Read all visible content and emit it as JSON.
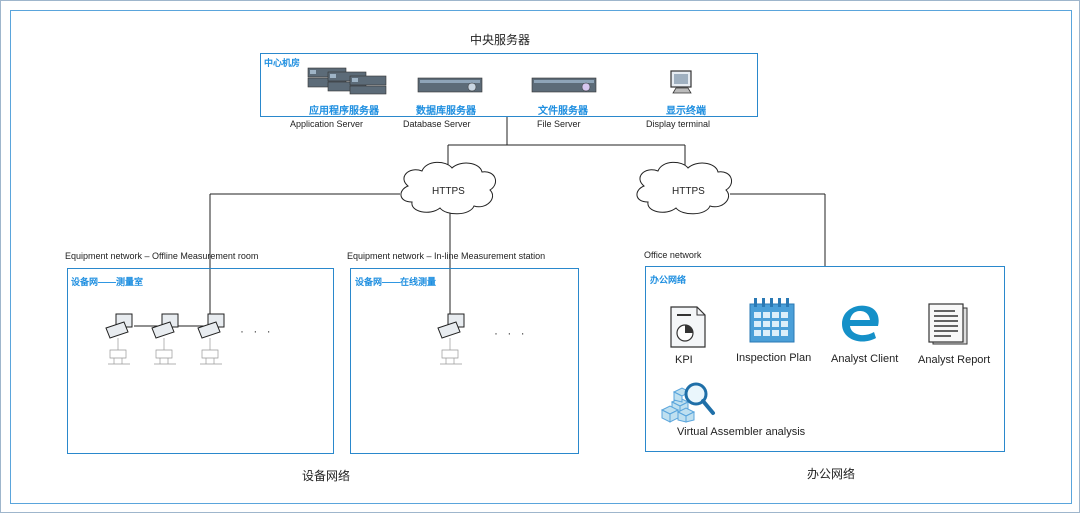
{
  "central": {
    "title": "中央服务器",
    "room_label": "中心机房",
    "servers": [
      {
        "cn": "应用程序服务器",
        "en": "Application Server",
        "icon": "rack-server-icon"
      },
      {
        "cn": "数据库服务器",
        "en": "Database Server",
        "icon": "database-server-icon"
      },
      {
        "cn": "文件服务器",
        "en": "File Server",
        "icon": "file-server-icon"
      },
      {
        "cn": "显示终端",
        "en": "Display terminal",
        "icon": "monitor-icon"
      }
    ]
  },
  "clouds": [
    {
      "label": "HTTPS"
    },
    {
      "label": "HTTPS"
    }
  ],
  "equipment": {
    "offline_caption": "Equipment network – Offline Measurement room",
    "offline_label": "设备网——测量室",
    "inline_caption": "Equipment network – In-line Measurement station",
    "inline_label": "设备网——在线测量",
    "ellipsis": "· · ·",
    "bottom_title": "设备网络"
  },
  "office": {
    "caption": "Office network",
    "label": "办公网络",
    "bottom_title": "办公网络",
    "apps": [
      {
        "label": "KPI",
        "icon": "kpi-document-icon"
      },
      {
        "label": "Inspection Plan",
        "icon": "calendar-icon"
      },
      {
        "label": "Analyst Client",
        "icon": "analyst-e-icon"
      },
      {
        "label": "Analyst Report",
        "icon": "report-icon"
      },
      {
        "label": "Virtual Assembler analysis",
        "icon": "cubes-magnifier-icon"
      }
    ]
  },
  "colors": {
    "accent": "#1f8fe0",
    "border": "#2a88cc"
  }
}
